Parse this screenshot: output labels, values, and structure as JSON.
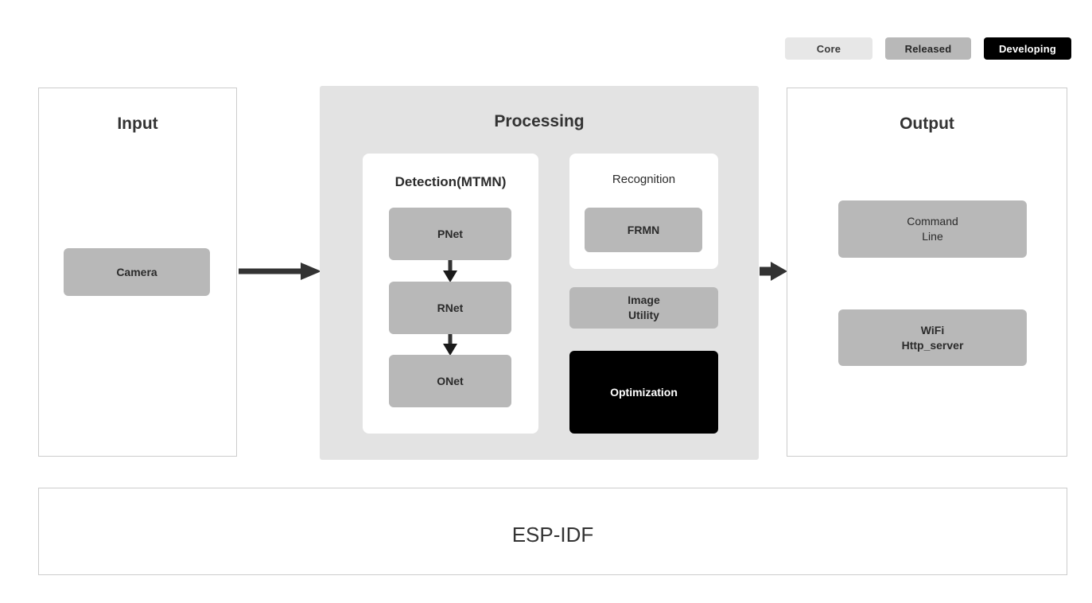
{
  "legend": {
    "items": [
      {
        "label": "Core",
        "color": "#e7e7e7",
        "text_color": "#3b3b3b"
      },
      {
        "label": "Released",
        "color": "#b8b8b8",
        "text_color": "#262626"
      },
      {
        "label": "Developing",
        "color": "#000000",
        "text_color": "#ffffff"
      }
    ]
  },
  "panels": {
    "input": {
      "title": "Input",
      "nodes": [
        {
          "label": "Camera",
          "status": "Released"
        }
      ]
    },
    "processing": {
      "title": "Processing",
      "detection": {
        "title": "Detection(MTMN)",
        "nodes": [
          {
            "label": "PNet",
            "status": "Released"
          },
          {
            "label": "RNet",
            "status": "Released"
          },
          {
            "label": "ONet",
            "status": "Released"
          }
        ]
      },
      "recognition": {
        "title": "Recognition",
        "nodes": [
          {
            "label": "FRMN",
            "status": "Released"
          }
        ]
      },
      "extras": [
        {
          "label": "Image\nUtility",
          "status": "Released"
        },
        {
          "label": "Optimization",
          "status": "Developing"
        }
      ]
    },
    "output": {
      "title": "Output",
      "nodes": [
        {
          "label": "Command\nLine",
          "status": "Released"
        },
        {
          "label": "WiFi\nHttp_server",
          "status": "Released"
        }
      ]
    },
    "foundation": {
      "title": "ESP-IDF",
      "status": "Core"
    }
  },
  "flow": {
    "arrows": [
      {
        "name": "input-to-processing",
        "direction": "right"
      },
      {
        "name": "processing-to-output",
        "direction": "right"
      },
      {
        "name": "pnet-to-rnet",
        "direction": "down"
      },
      {
        "name": "rnet-to-onet",
        "direction": "down"
      }
    ]
  },
  "colors": {
    "core": "#e7e7e7",
    "released": "#b8b8b8",
    "developing": "#000000",
    "processing_bg": "#e3e3e3",
    "panel_border": "#cccccc",
    "arrow": "#333333",
    "text_dark": "#333333"
  }
}
